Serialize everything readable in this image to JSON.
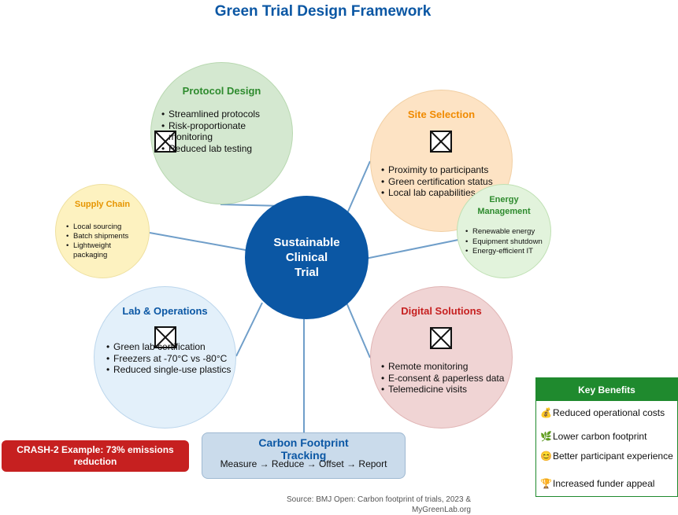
{
  "title": "Green Trial Design Framework",
  "center": {
    "line1": "Sustainable",
    "line2": "Clinical",
    "line3": "Trial"
  },
  "nodes": {
    "protocol": {
      "title": "Protocol Design",
      "items": [
        "Streamlined protocols",
        "Risk-proportionate monitoring",
        "Reduced lab testing"
      ]
    },
    "site": {
      "title": "Site Selection",
      "items": [
        "Proximity to participants",
        "Green certification status",
        "Local lab capabilities"
      ]
    },
    "energy": {
      "title_line1": "Energy",
      "title_line2": "Management",
      "items": [
        "Renewable energy",
        "Equipment shutdown",
        "Energy-efficient IT"
      ]
    },
    "supply": {
      "title": "Supply Chain",
      "items": [
        "Local sourcing",
        "Batch shipments",
        "Lightweight packaging"
      ]
    },
    "lab": {
      "title": "Lab & Operations",
      "items": [
        "Green lab certification",
        "Freezers at -70°C vs -80°C",
        "Reduced single-use plastics"
      ]
    },
    "digital": {
      "title": "Digital Solutions",
      "items": [
        "Remote monitoring",
        "E-consent & paperless data",
        "Telemedicine visits"
      ]
    }
  },
  "carbon": {
    "title_line1": "Carbon Footprint",
    "title_line2": "Tracking",
    "flow": "Measure → Reduce → Offset → Report"
  },
  "crash": {
    "line1": "CRASH-2 Example: 73% emissions",
    "line2": "reduction"
  },
  "benefits": {
    "title": "Key Benefits",
    "items": [
      {
        "icon": "💰",
        "text": "Reduced operational costs"
      },
      {
        "icon": "🌿",
        "text": "Lower carbon footprint"
      },
      {
        "icon": "😊",
        "text": "Better participant experience"
      },
      {
        "icon": "🏆",
        "text": "Increased funder appeal"
      }
    ]
  },
  "source": {
    "line1": "Source: BMJ Open: Carbon footprint of trials, 2023 &",
    "line2": "MyGreenLab.org"
  },
  "colors": {
    "primary": "#0b57a4",
    "protocol_fill": "#d4e8d0",
    "protocol_title": "#2e8b2e",
    "site_fill": "#fde3c4",
    "site_title": "#f08a00",
    "energy_fill": "#e2f3dc",
    "energy_title": "#2e8b2e",
    "supply_fill": "#fdf2c0",
    "supply_title": "#e69500",
    "lab_fill": "#e3f0fa",
    "lab_title": "#0b57a4",
    "digital_fill": "#f0d4d4",
    "digital_title": "#c62020",
    "crash_fill": "#c62020",
    "benefits_green": "#1f8a2e",
    "connector": "#6f9ec9"
  }
}
